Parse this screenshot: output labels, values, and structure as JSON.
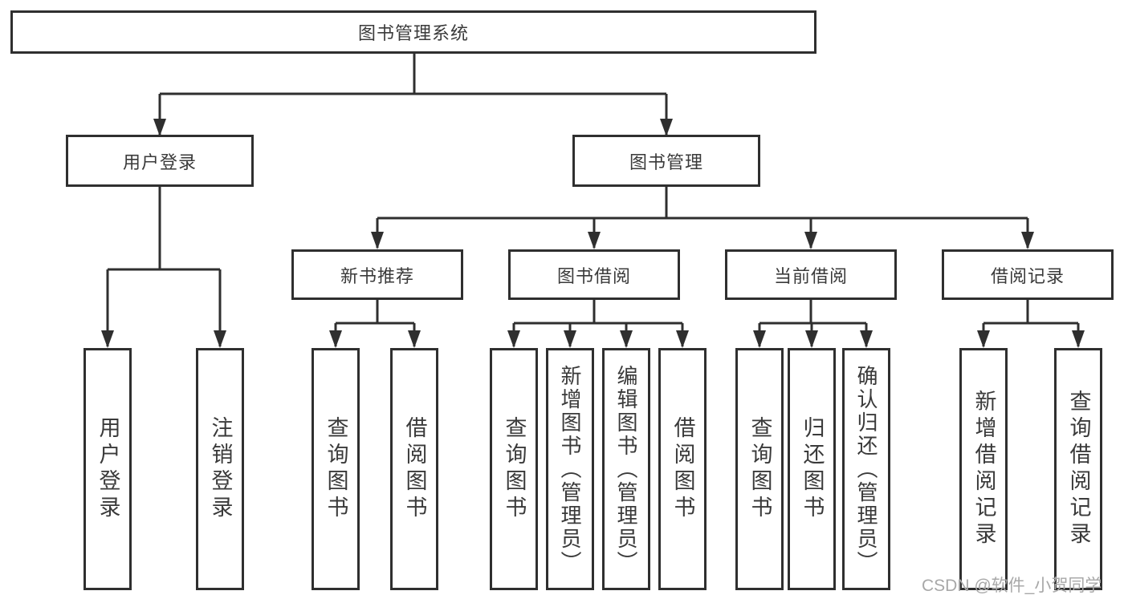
{
  "diagram_type": "hierarchy-tree",
  "tree": {
    "label": "图书管理系统",
    "children": [
      {
        "label": "用户登录",
        "children": [
          {
            "label": "用户登录"
          },
          {
            "label": "注销登录"
          }
        ]
      },
      {
        "label": "图书管理",
        "children": [
          {
            "label": "新书推荐",
            "children": [
              {
                "label": "查询图书"
              },
              {
                "label": "借阅图书"
              }
            ]
          },
          {
            "label": "图书借阅",
            "children": [
              {
                "label": "查询图书"
              },
              {
                "label": "新增图书（管理员）"
              },
              {
                "label": "编辑图书（管理员）"
              },
              {
                "label": "借阅图书"
              }
            ]
          },
          {
            "label": "当前借阅",
            "children": [
              {
                "label": "查询图书"
              },
              {
                "label": "归还图书"
              },
              {
                "label": "确认归还（管理员）"
              }
            ]
          },
          {
            "label": "借阅记录",
            "children": [
              {
                "label": "新增借阅记录"
              },
              {
                "label": "查询借阅记录"
              }
            ]
          }
        ]
      }
    ]
  },
  "watermark": "CSDN @软件_小贺同学",
  "colors": {
    "line": "#2f2f2f",
    "box_border": "#2f2f2f",
    "text": "#3a3a3a",
    "watermark": "#a8a8a8",
    "background": "#ffffff"
  }
}
